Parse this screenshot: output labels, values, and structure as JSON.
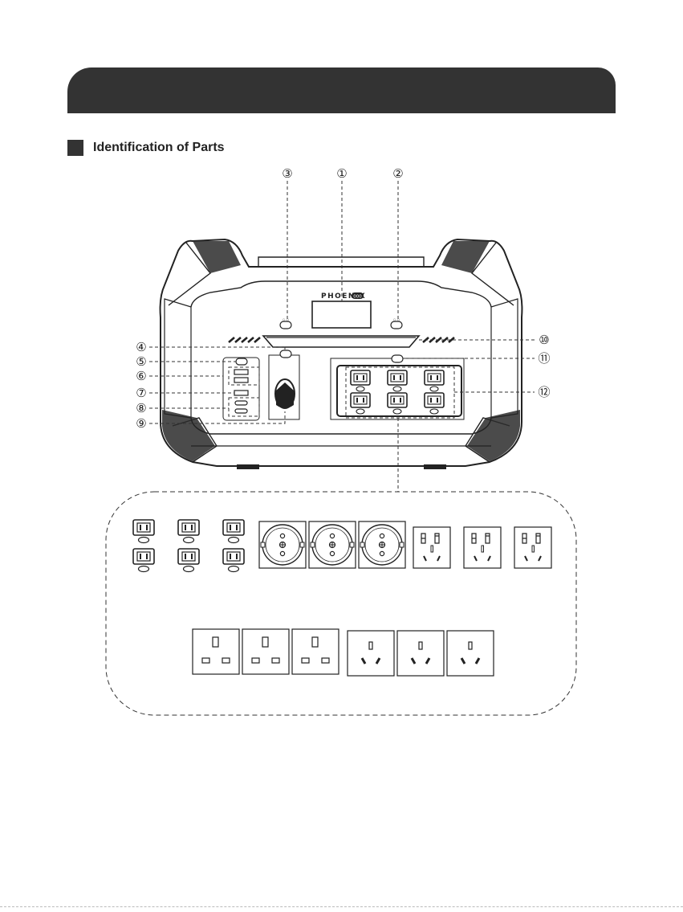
{
  "section": {
    "title": "Identification of Parts"
  },
  "device": {
    "brand": "PHOENIX",
    "model_badge": "000"
  },
  "callouts": [
    {
      "number": "1",
      "glyph": "①"
    },
    {
      "number": "2",
      "glyph": "②"
    },
    {
      "number": "3",
      "glyph": "③"
    },
    {
      "number": "4",
      "glyph": "④"
    },
    {
      "number": "5",
      "glyph": "⑤"
    },
    {
      "number": "6",
      "glyph": "⑥"
    },
    {
      "number": "7",
      "glyph": "⑦"
    },
    {
      "number": "8",
      "glyph": "⑧"
    },
    {
      "number": "9",
      "glyph": "⑨"
    },
    {
      "number": "10",
      "glyph": "⑩"
    },
    {
      "number": "11",
      "glyph": "⑪"
    },
    {
      "number": "12",
      "glyph": "⑫"
    }
  ],
  "outlet_variants": {
    "us_nema": 6,
    "eu_schuko": 3,
    "au_cn_top_row": 3,
    "uk_bs1363": 3,
    "au_cn_bottom_row": 3
  },
  "colors": {
    "header": "#333333",
    "outline": "#222222",
    "dash": "#333333"
  }
}
